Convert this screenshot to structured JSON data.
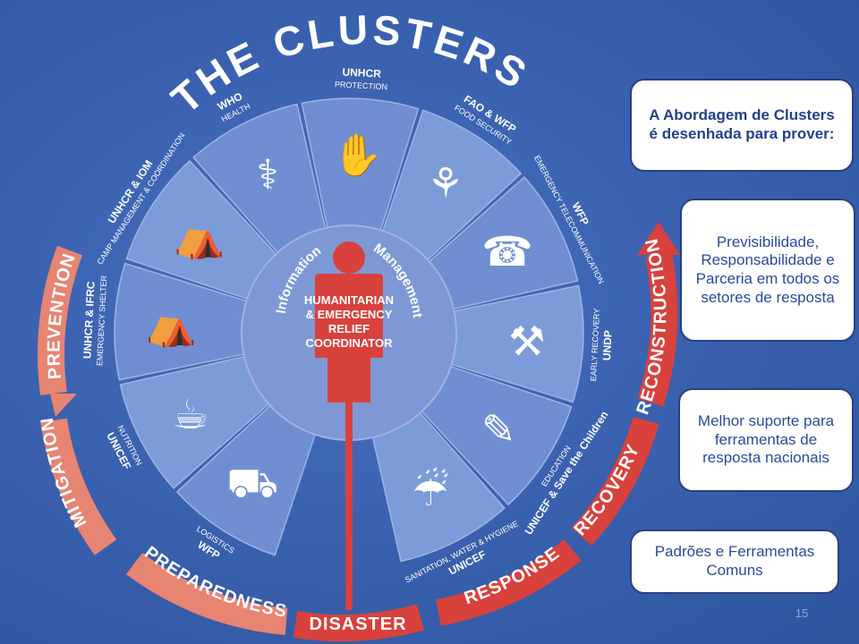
{
  "diagram": {
    "title": "THE CLUSTERS",
    "center": {
      "lines": [
        "HUMANITARIAN",
        "& EMERGENCY",
        "RELIEF",
        "COORDINATOR"
      ],
      "ring_left": "Information",
      "ring_right": "Management"
    },
    "clusters": [
      {
        "agency": "UNHCR",
        "sector": "PROTECTION",
        "icon": "protection-hands-icon"
      },
      {
        "agency": "FAO & WFP",
        "sector": "FOOD SECURITY",
        "icon": "wheat-icon"
      },
      {
        "agency": "WFP",
        "sector": "EMERGENCY TELECOMMUNICATION",
        "icon": "telephone-icon"
      },
      {
        "agency": "UNDP",
        "sector": "EARLY RECOVERY",
        "icon": "hammer-icon"
      },
      {
        "agency": "UNICEF & Save the Children",
        "sector": "EDUCATION",
        "icon": "document-pencil-icon"
      },
      {
        "agency": "UNICEF",
        "sector": "SANITATION, WATER & HYGIENE",
        "icon": "water-tap-icon"
      },
      {
        "agency": "WFP",
        "sector": "LOGISTICS",
        "icon": "truck-icon"
      },
      {
        "agency": "UNICEF",
        "sector": "NUTRITION",
        "icon": "food-bowl-icon"
      },
      {
        "agency": "UNHCR & IFRC",
        "sector": "EMERGENCY SHELTER",
        "icon": "tent-icon"
      },
      {
        "agency": "UNHCR & IOM",
        "sector": "CAMP MANAGEMENT & COORDINATION",
        "icon": "camp-icon"
      },
      {
        "agency": "WHO",
        "sector": "HEALTH",
        "icon": "syringe-icon"
      }
    ],
    "phases": [
      "PREVENTION",
      "MITIGATION",
      "PREPAREDNESS",
      "DISASTER",
      "RESPONSE",
      "RECOVERY",
      "RECONSTRUCTION"
    ]
  },
  "callouts": {
    "approach": "A Abordagem de Clusters é desenhada para prover:",
    "predictability": "Previsibilidade, Responsabilidade e Parceria em todos os setores de resposta",
    "support": "Melhor suporte para ferramentas de resposta nacionais",
    "standards": "Padrões e Ferramentas Comuns"
  },
  "slide_number": "15",
  "colors": {
    "background": "#3a62b0",
    "wedge": "#6f8fd2",
    "wedge_alt": "#7c9bd9",
    "hub": "#7e98d6",
    "red": "#d9413c",
    "salmon": "#e88472",
    "navy": "#1f3a86"
  }
}
